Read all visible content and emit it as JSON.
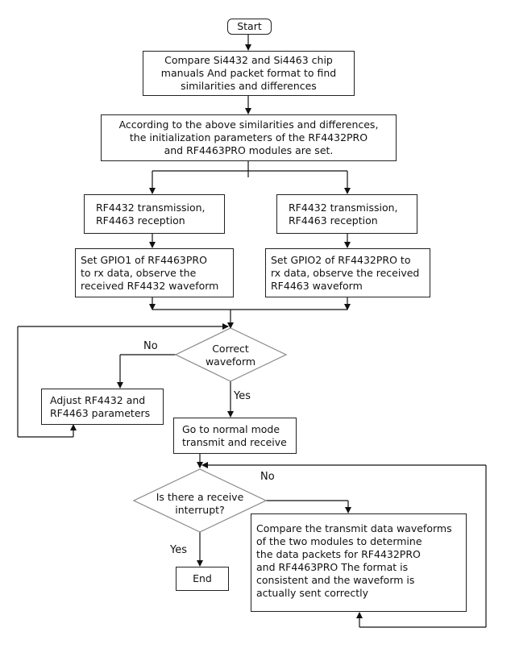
{
  "nodes": {
    "start": "Start",
    "compare_manuals": "Compare Si4432 and Si4463 chip\nmanuals And packet format to find\nsimilarities and differences",
    "init_params": "According to the above similarities and differences,\nthe initialization parameters of the RF4432PRO\nand RF4463PRO modules are set.",
    "left_branch": "RF4432 transmission,\nRF4463 reception",
    "right_branch": "RF4432 transmission,\nRF4463 reception",
    "set_gpio1": "Set GPIO1 of RF4463PRO\nto rx data, observe the\nreceived RF4432 waveform",
    "set_gpio2": "Set GPIO2 of RF4432PRO to\nrx data, observe the received\nRF4463 waveform",
    "correct_waveform": "Correct\nwaveform",
    "adjust_params": "Adjust RF4432 and\nRF4463 parameters",
    "normal_mode": "Go to normal mode\ntransmit and receive",
    "receive_interrupt": "Is there a receive\ninterrupt?",
    "compare_waveforms": "Compare the transmit data waveforms\nof the two modules to determine\nthe data packets for RF4432PRO\nand RF4463PRO The format is\nconsistent and the waveform is\nactually sent correctly",
    "end": "End"
  },
  "labels": {
    "no_1": "No",
    "yes_1": "Yes",
    "no_2": "No",
    "yes_2": "Yes"
  }
}
